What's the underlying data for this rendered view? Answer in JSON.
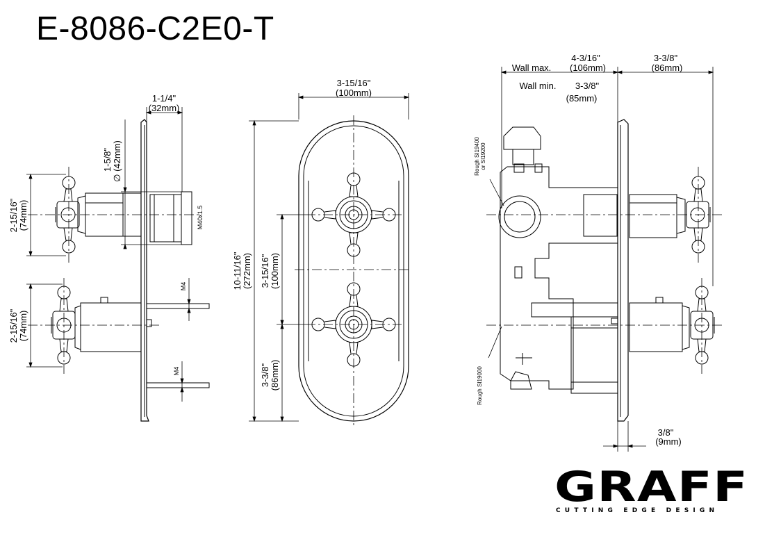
{
  "title": "E-8086-C2E0-T",
  "brand": {
    "name": "GRAFF",
    "registered": "®",
    "tagline": "CUTTING EDGE DESIGN"
  },
  "side_view": {
    "depth": {
      "inch": "1-1/4\"",
      "mm": "(32mm)"
    },
    "stem_diameter": {
      "inch": "1-5/8\"",
      "mm": "∅ (42mm)"
    },
    "thread": "M40x1.5",
    "handle_top": {
      "inch": "2-15/16\"",
      "mm": "(74mm)"
    },
    "handle_bottom": {
      "inch": "2-15/16\"",
      "mm": "(74mm)"
    },
    "screw_top": "M4",
    "screw_bottom": "M4"
  },
  "front_view": {
    "width": {
      "inch": "3-15/16\"",
      "mm": "(100mm)"
    },
    "height": {
      "inch": "10-11/16\"",
      "mm": "(272mm)"
    },
    "spacing": {
      "inch": "3-15/16\"",
      "mm": "(100mm)"
    },
    "bottom": {
      "inch": "3-3/8\"",
      "mm": "(86mm)"
    }
  },
  "section_view": {
    "wall_max": {
      "label": "Wall max.",
      "inch": "4-3/16\"",
      "mm": "(106mm)"
    },
    "wall_min": {
      "label": "Wall min.",
      "inch": "3-3/8\"",
      "mm": "(85mm)"
    },
    "trim_depth": {
      "inch": "3-3/8\"",
      "mm": "(86mm)"
    },
    "plate": {
      "inch": "3/8\"",
      "mm": "(9mm)"
    },
    "rough_top_1": "Rough SI19400",
    "rough_top_2": "or SI19200",
    "rough_bottom": "Rough SI19000"
  }
}
